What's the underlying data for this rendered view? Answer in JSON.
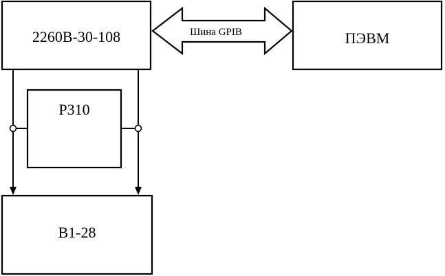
{
  "blocks": {
    "generator": {
      "label": "2260B-30-108"
    },
    "pc": {
      "label": "ПЭВМ"
    },
    "resistor": {
      "label": "Р310"
    },
    "voltmeter": {
      "label": "В1-28"
    }
  },
  "bus": {
    "label": "Шина GPIB"
  }
}
